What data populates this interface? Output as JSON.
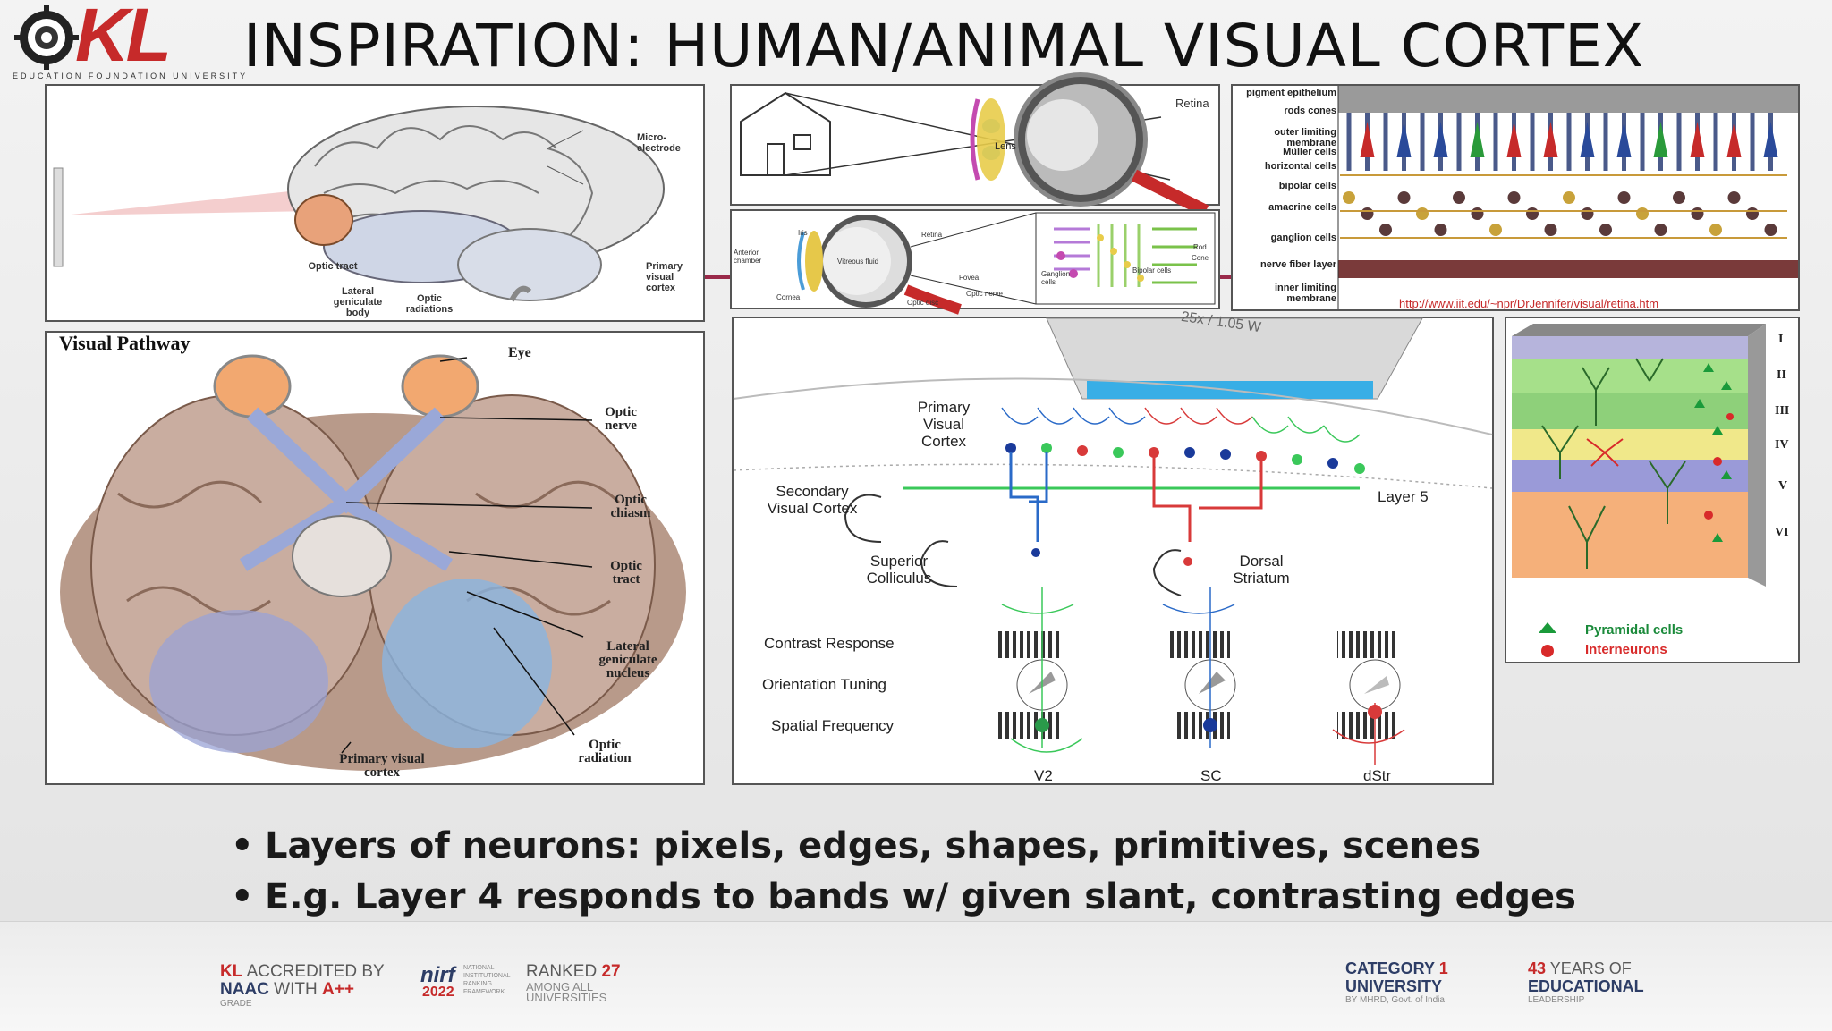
{
  "title": "INSPIRATION: HUMAN/ANIMAL VISUAL CORTEX",
  "logo": {
    "letters": "KL",
    "subtitle": "EDUCATION FOUNDATION  UNIVERSITY"
  },
  "panels": {
    "brain_side": {
      "labels": [
        "Micro-electrode",
        "Optic tract",
        "Lateral geniculate body",
        "Optic radiations",
        "Primary visual cortex"
      ]
    },
    "eye_house": {
      "labels": [
        "Retina",
        "Lens"
      ]
    },
    "eye_detail": {
      "labels": [
        "Iris",
        "Anterior chamber",
        "Cornea",
        "Vitreous fluid",
        "Retina",
        "Fovea",
        "Optic disc",
        "Optic nerve",
        "Rod",
        "Cone",
        "Ganglion cells",
        "Bipolar cells"
      ]
    },
    "retina_layers": {
      "labels": [
        "pigment epithelium",
        "rods cones",
        "outer limiting membrane",
        "Müller cells",
        "horizontal cells",
        "bipolar cells",
        "amacrine cells",
        "ganglion cells",
        "nerve fiber layer",
        "inner limiting membrane"
      ],
      "url": "http://www.iit.edu/~npr/DrJennifer/visual/retina.htm"
    },
    "visual_pathway": {
      "title": "Visual Pathway",
      "labels": [
        "Eye",
        "Optic nerve",
        "Optic chiasm",
        "Optic tract",
        "Lateral geniculate nucleus",
        "Optic radiation",
        "Primary visual cortex"
      ]
    },
    "cortex_diagram": {
      "objective": "25x / 1.05 W",
      "labels": [
        "Primary Visual Cortex",
        "Secondary Visual Cortex",
        "Superior Colliculus",
        "Dorsal Striatum",
        "Layer 5",
        "Contrast Response",
        "Orientation Tuning",
        "Spatial Frequency"
      ],
      "targets": [
        "V2",
        "SC",
        "dStr"
      ]
    },
    "layers_block": {
      "layers": [
        "I",
        "II",
        "III",
        "IV",
        "V",
        "VI"
      ],
      "legend": [
        "Pyramidal cells",
        "Interneurons"
      ]
    }
  },
  "bullets": [
    "Layers of neurons: pixels, edges, shapes, primitives, scenes",
    "E.g. Layer 4 responds to bands w/ given slant, contrasting edges"
  ],
  "footer": {
    "naac": {
      "line1_kl": "KL",
      "line1": "ACCREDITED BY",
      "line2": "NAAC",
      "line2b": "WITH",
      "grade": "A++",
      "line3": "GRADE"
    },
    "nirf": {
      "logo": "nirf",
      "year": "2022",
      "small": [
        "NATIONAL",
        "INSTITUTIONAL",
        "RANKING",
        "FRAMEWORK"
      ],
      "ranked": "RANKED",
      "rank": "27",
      "sub1": "AMONG ALL",
      "sub2": "UNIVERSITIES"
    },
    "category": {
      "line1": "CATEGORY",
      "num": "1",
      "line2": "UNIVERSITY",
      "line3": "BY MHRD, Govt. of India"
    },
    "years": {
      "num": "43",
      "line1": "YEARS OF",
      "line2": "EDUCATIONAL",
      "line3": "LEADERSHIP"
    }
  },
  "colors": {
    "accent": "#c62a2a",
    "navy": "#2d3d66",
    "panel_border": "#555555"
  }
}
